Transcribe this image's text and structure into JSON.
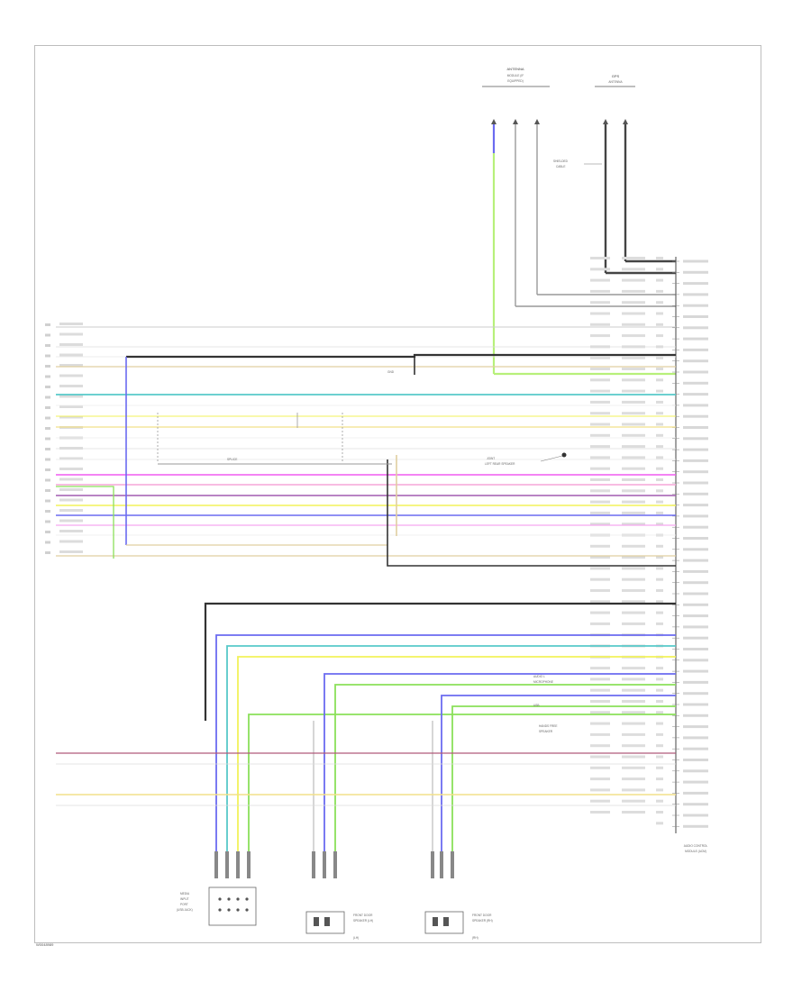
{
  "page": {
    "id": "W0048989"
  },
  "top_connectors": [
    {
      "name": "antenna",
      "label": "ANTENNA\nMODULE (IF EQUIPPED)"
    },
    {
      "name": "gps",
      "label": "GPS\nANTENNA"
    }
  ],
  "module": {
    "label": "AUDIO CONTROL\nMODULE (ACM)"
  },
  "bottom_components": [
    {
      "name": "usb-port",
      "label": "MEDIA\nINPUT\nPORT\n(USB JACK)"
    },
    {
      "name": "front-door-spk-l",
      "label": "FRONT DOOR\nSPEAKER (LH)"
    },
    {
      "name": "front-door-spk-r",
      "label": "FRONT DOOR\nSPEAKER (RH)"
    }
  ],
  "annotations": [
    {
      "name": "shield-note",
      "text": "SHIELDED\nCABLE"
    },
    {
      "name": "ground-note",
      "text": "GND"
    },
    {
      "name": "splice-note",
      "text": "LEFT REAR SPEAKER"
    },
    {
      "name": "mic-note",
      "text": "AUDIO\nMICROPHONE"
    },
    {
      "name": "hand-note",
      "text": "HANDS FREE\nSPEAKER"
    },
    {
      "name": "usb-note",
      "text": "USB"
    }
  ],
  "colors": {
    "black": "#2b2b2b",
    "gray": "#8c8c8c",
    "yellow": "#f2f25a",
    "green": "#8be05a",
    "blue": "#6b6bf0",
    "magenta": "#f05af0",
    "pink": "#f5a6d8",
    "teal": "#57c9c9",
    "tan": "#e0cfa0",
    "darkred": "#b05a7a",
    "orange": "#f2c97a",
    "purple": "#a05ab0"
  }
}
